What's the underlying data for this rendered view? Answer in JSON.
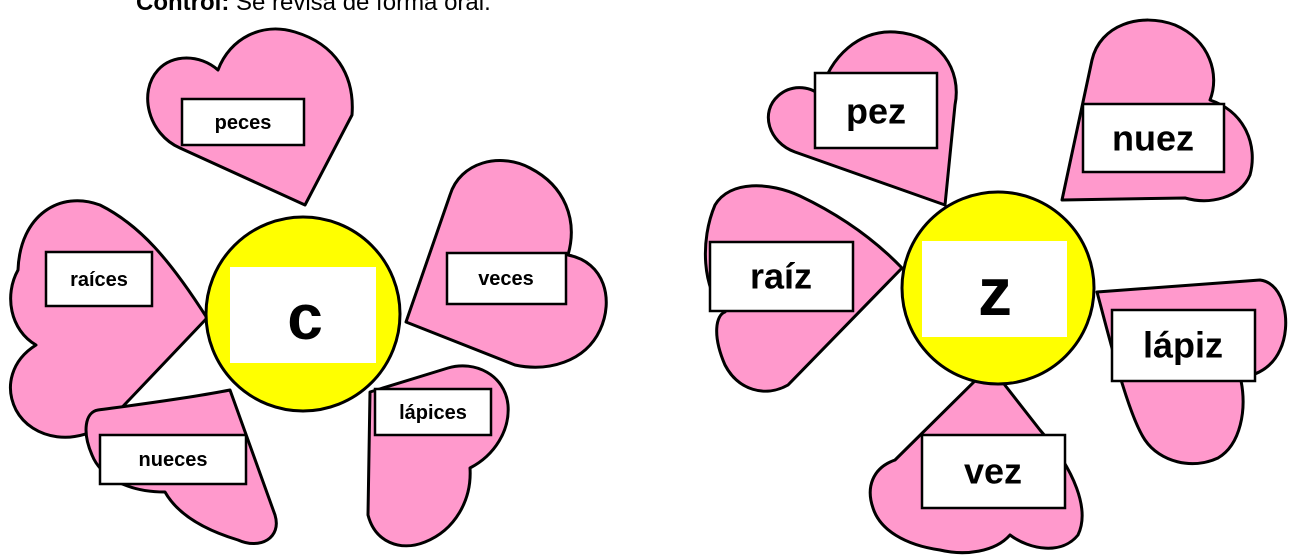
{
  "header": {
    "label": "Control:",
    "text": " Se revisa de forma oral."
  },
  "flower_left": {
    "center_letter": "c",
    "words": {
      "top": "peces",
      "left": "raíces",
      "right": "veces",
      "bottom_left": "nueces",
      "bottom_right": "lápices"
    }
  },
  "flower_right": {
    "center_letter": "z",
    "words": {
      "top_left": "pez",
      "top_right": "nuez",
      "left": "raíz",
      "right": "lápiz",
      "bottom": "vez"
    }
  },
  "colors": {
    "petal": "#ff99cc",
    "center": "#ffff00",
    "box": "#ffffff",
    "outline": "#000000"
  }
}
